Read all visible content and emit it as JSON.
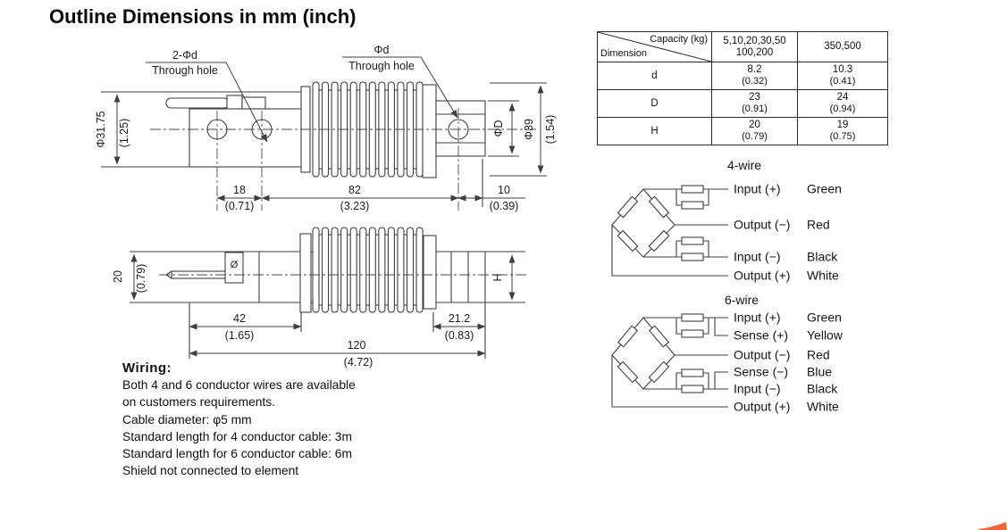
{
  "page": {
    "title": "Outline Dimensions in mm (inch)"
  },
  "drawing_top": {
    "holes2_label": "2-Φd",
    "holes2_sub": "Through hole",
    "hole1_label": "Φd",
    "hole1_sub": "Through hole",
    "dia_body_mm": "Φ31.75",
    "dia_body_in": "(1.25)",
    "dia_hub_label": "ΦD",
    "dia_outer_mm": "Φ39",
    "dia_outer_in": "(1.54)",
    "dim18_mm": "18",
    "dim18_in": "(0.71)",
    "dim82_mm": "82",
    "dim82_in": "(3.23)",
    "dim10_mm": "10",
    "dim10_in": "(0.39)"
  },
  "drawing_side": {
    "dim20_mm": "20",
    "dim20_in": "(0.79)",
    "dim42_mm": "42",
    "dim42_in": "(1.65)",
    "dim120_mm": "120",
    "dim120_in": "(4.72)",
    "dim212_mm": "21.2",
    "dim212_in": "(0.83)",
    "height_label": "H",
    "hole_mark": "Ø"
  },
  "dimension_table": {
    "corner_top": "Capacity (kg)",
    "corner_bottom": "Dimension",
    "cap_col1_line1": "5,10,20,30,50",
    "cap_col1_line2": "100,200",
    "cap_col2": "350,500",
    "rows": [
      {
        "dim": "d",
        "c1_mm": "8.2",
        "c1_in": "(0.32)",
        "c2_mm": "10.3",
        "c2_in": "(0.41)"
      },
      {
        "dim": "D",
        "c1_mm": "23",
        "c1_in": "(0.91)",
        "c2_mm": "24",
        "c2_in": "(0.94)"
      },
      {
        "dim": "H",
        "c1_mm": "20",
        "c1_in": "(0.79)",
        "c2_mm": "19",
        "c2_in": "(0.75)"
      }
    ]
  },
  "wiring4": {
    "title": "4-wire",
    "lines": [
      {
        "signal": "Input (+)",
        "color": "Green"
      },
      {
        "signal": "Output (−)",
        "color": "Red"
      },
      {
        "signal": "Input (−)",
        "color": "Black"
      },
      {
        "signal": "Output (+)",
        "color": "White"
      }
    ]
  },
  "wiring6": {
    "title": "6-wire",
    "lines": [
      {
        "signal": "Input (+)",
        "color": "Green"
      },
      {
        "signal": "Sense (+)",
        "color": "Yellow"
      },
      {
        "signal": "Output (−)",
        "color": "Red"
      },
      {
        "signal": "Sense (−)",
        "color": "Blue"
      },
      {
        "signal": "Input (−)",
        "color": "Black"
      },
      {
        "signal": "Output (+)",
        "color": "White"
      }
    ]
  },
  "wiring_notes": {
    "heading": "Wiring:",
    "lines": [
      "Both 4 and 6 conductor wires are available",
      "on customers  requirements.",
      "Cable diameter: φ5 mm",
      "Standard length for 4 conductor cable: 3m",
      "Standard length for 6 conductor cable: 6m",
      "Shield not connected to element"
    ]
  },
  "colors": {
    "line": "#3f3f3f",
    "accent": "#f0653a"
  }
}
